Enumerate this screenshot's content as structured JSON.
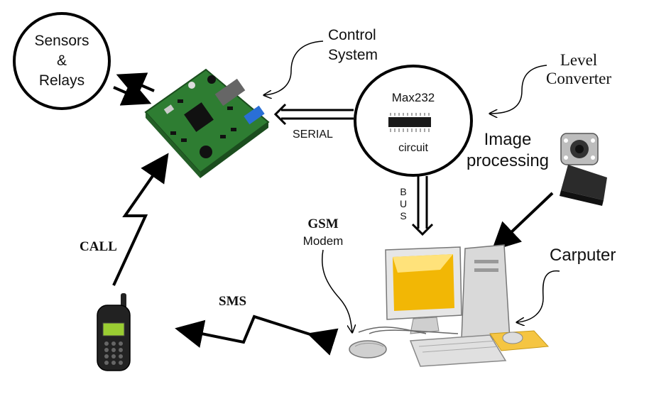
{
  "nodes": {
    "sensors": {
      "line1": "Sensors",
      "line2": "&",
      "line3": "Relays"
    },
    "max232": {
      "title": "Max232",
      "subtitle": "circuit"
    }
  },
  "labels": {
    "control_system_1": "Control",
    "control_system_2": "System",
    "level_converter_1": "Level",
    "level_converter_2": "Converter",
    "serial": "SERIAL",
    "bus_b": "B",
    "bus_u": "U",
    "bus_s": "S",
    "image_processing_1": "Image",
    "image_processing_2": "processing",
    "gsm": "GSM",
    "modem": "Modem",
    "carputer": "Carputer",
    "call": "CALL",
    "sms": "SMS"
  },
  "colors": {
    "line": "#000000",
    "pcb_green": "#2e7d32",
    "monitor_screen": "#f2b705",
    "computer_body": "#d9d9d9",
    "mousepad": "#f5c542",
    "phone_body": "#222222",
    "phone_screen": "#9acd32"
  }
}
